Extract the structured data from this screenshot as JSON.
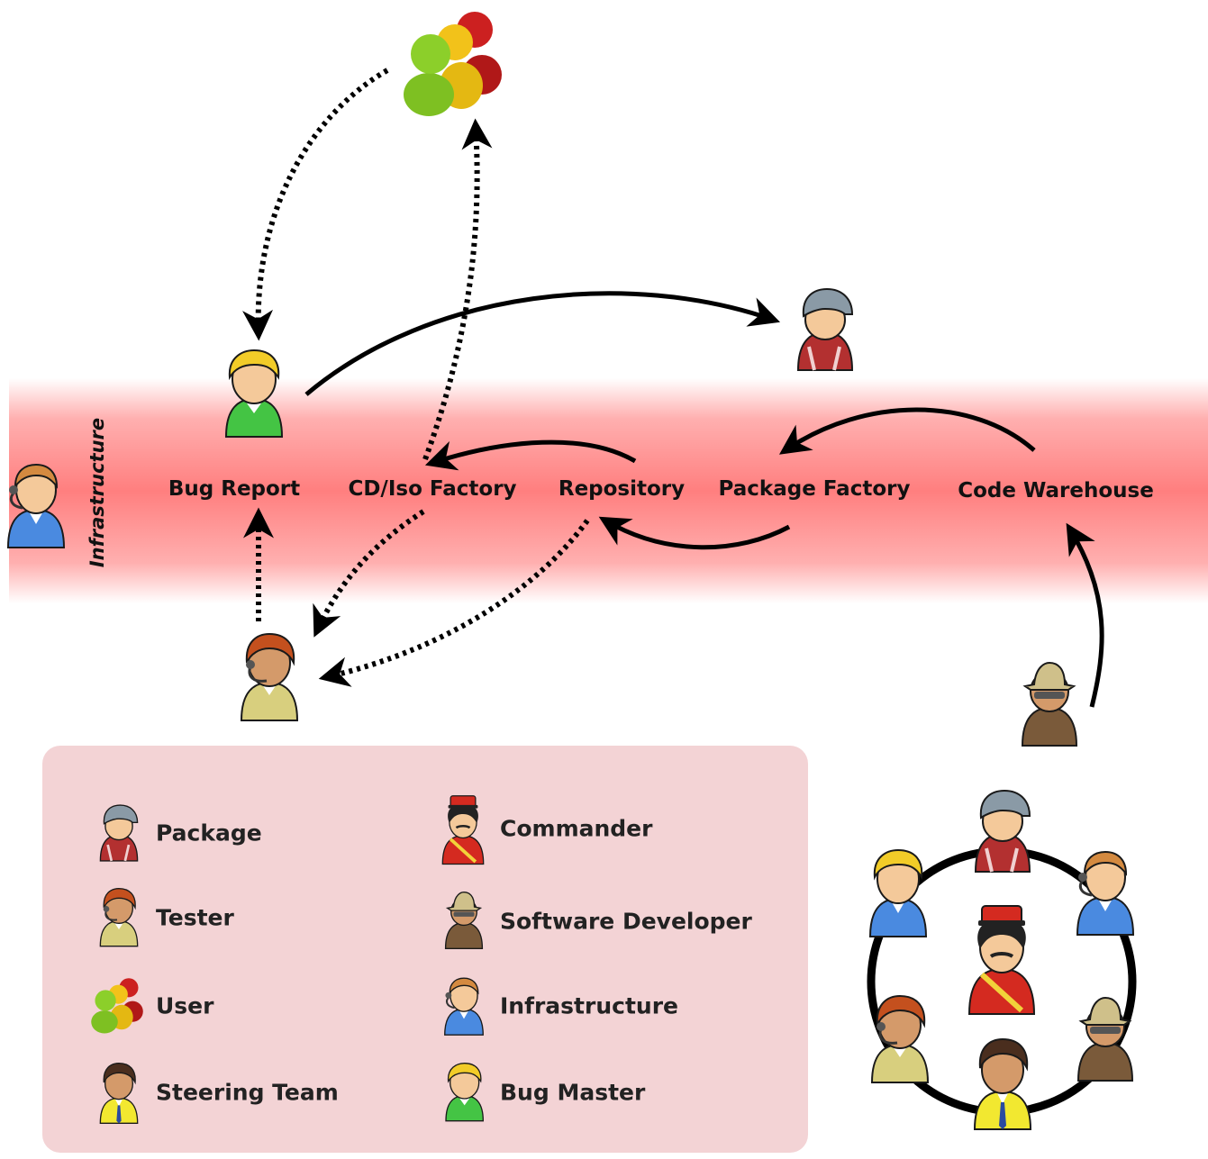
{
  "band": {
    "title": "Infrastructure",
    "stages": {
      "bug_report": "Bug Report",
      "cd_iso_factory": "CD/Iso Factory",
      "repository": "Repository",
      "package_factory": "Package Factory",
      "code_warehouse": "Code Warehouse"
    }
  },
  "legend": {
    "items": [
      {
        "label": "Package",
        "icon": "package-person-icon"
      },
      {
        "label": "Commander",
        "icon": "commander-person-icon"
      },
      {
        "label": "Tester",
        "icon": "tester-person-icon"
      },
      {
        "label": "Software Developer",
        "icon": "software-developer-person-icon"
      },
      {
        "label": "User",
        "icon": "users-group-icon"
      },
      {
        "label": "Infrastructure",
        "icon": "infrastructure-person-icon"
      },
      {
        "label": "Steering Team",
        "icon": "steering-team-person-icon"
      },
      {
        "label": "Bug Master",
        "icon": "bug-master-person-icon"
      }
    ]
  },
  "colors": {
    "band": "#ff7878",
    "legend_background": "#f3d3d5",
    "package": "#b33030",
    "tester": "#d8cf7e",
    "user_green": "#8ccf2a",
    "user_yellow": "#f2c21a",
    "user_red": "#cc2020",
    "steering_team": "#f2e830",
    "commander": "#d42a20",
    "software_developer": "#8a6a4a",
    "infrastructure": "#4a8ae0",
    "bug_master": "#48c848"
  }
}
